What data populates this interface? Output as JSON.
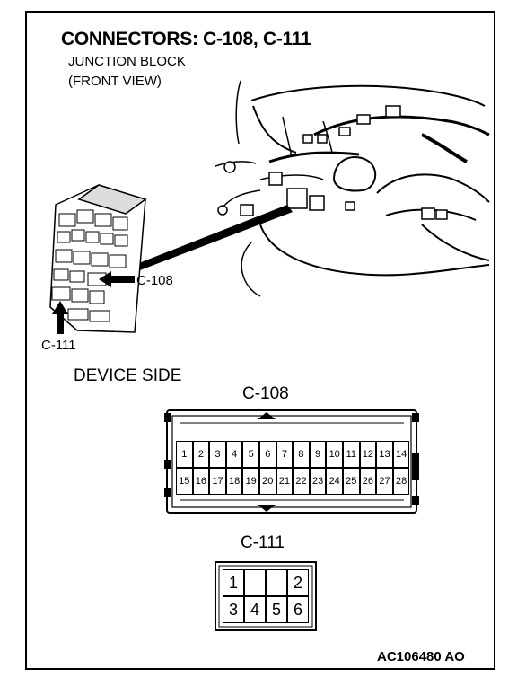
{
  "title": "CONNECTORS: C-108, C-111",
  "subtitle_line1": "JUNCTION BLOCK",
  "subtitle_line2": "(FRONT VIEW)",
  "callouts": {
    "c108": "C-108",
    "c111": "C-111"
  },
  "device_side": "DEVICE SIDE",
  "c108": {
    "label": "C-108",
    "top_row": [
      "1",
      "2",
      "3",
      "4",
      "5",
      "6",
      "7",
      "8",
      "9",
      "10",
      "11",
      "12",
      "13",
      "14"
    ],
    "bottom_row": [
      "15",
      "16",
      "17",
      "18",
      "19",
      "20",
      "21",
      "22",
      "23",
      "24",
      "25",
      "26",
      "27",
      "28"
    ]
  },
  "c111": {
    "label": "C-111",
    "top_row": [
      "1",
      "",
      "",
      "2"
    ],
    "bottom_row": [
      "3",
      "4",
      "5",
      "6"
    ]
  },
  "figure_code": "AC106480 AO"
}
